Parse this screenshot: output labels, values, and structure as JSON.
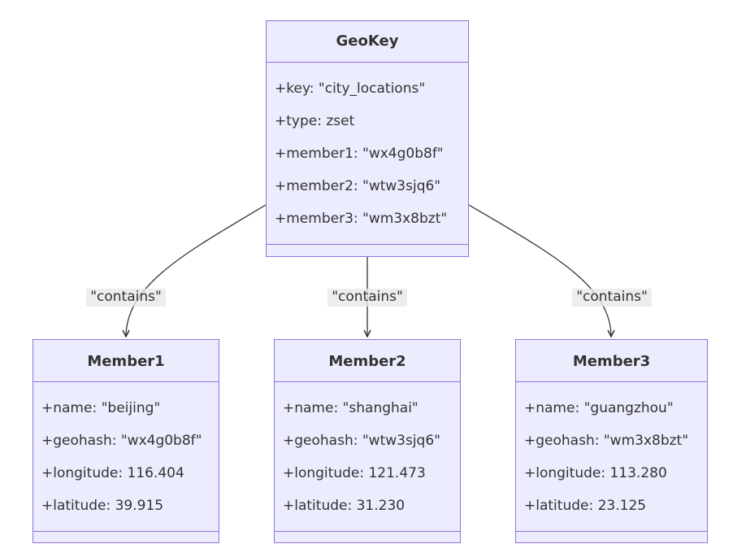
{
  "geokey": {
    "title": "GeoKey",
    "attributes": [
      "+key: \"city_locations\"",
      "+type: zset",
      "+member1: \"wx4g0b8f\"",
      "+member2: \"wtw3sjq6\"",
      "+member3: \"wm3x8bzt\""
    ]
  },
  "members": [
    {
      "title": "Member1",
      "attributes": [
        "+name: \"beijing\"",
        "+geohash: \"wx4g0b8f\"",
        "+longitude: 116.404",
        "+latitude: 39.915"
      ]
    },
    {
      "title": "Member2",
      "attributes": [
        "+name: \"shanghai\"",
        "+geohash: \"wtw3sjq6\"",
        "+longitude: 121.473",
        "+latitude: 31.230"
      ]
    },
    {
      "title": "Member3",
      "attributes": [
        "+name: \"guangzhou\"",
        "+geohash: \"wm3x8bzt\"",
        "+longitude: 113.280",
        "+latitude: 23.125"
      ]
    }
  ],
  "relations": [
    {
      "from": "GeoKey",
      "to": "Member1",
      "label": "\"contains\""
    },
    {
      "from": "GeoKey",
      "to": "Member2",
      "label": "\"contains\""
    },
    {
      "from": "GeoKey",
      "to": "Member3",
      "label": "\"contains\""
    }
  ],
  "colors": {
    "box_fill": "#ececff",
    "box_border": "#9370db",
    "edge_stroke": "#333333",
    "label_background": "#e8e8e8"
  }
}
